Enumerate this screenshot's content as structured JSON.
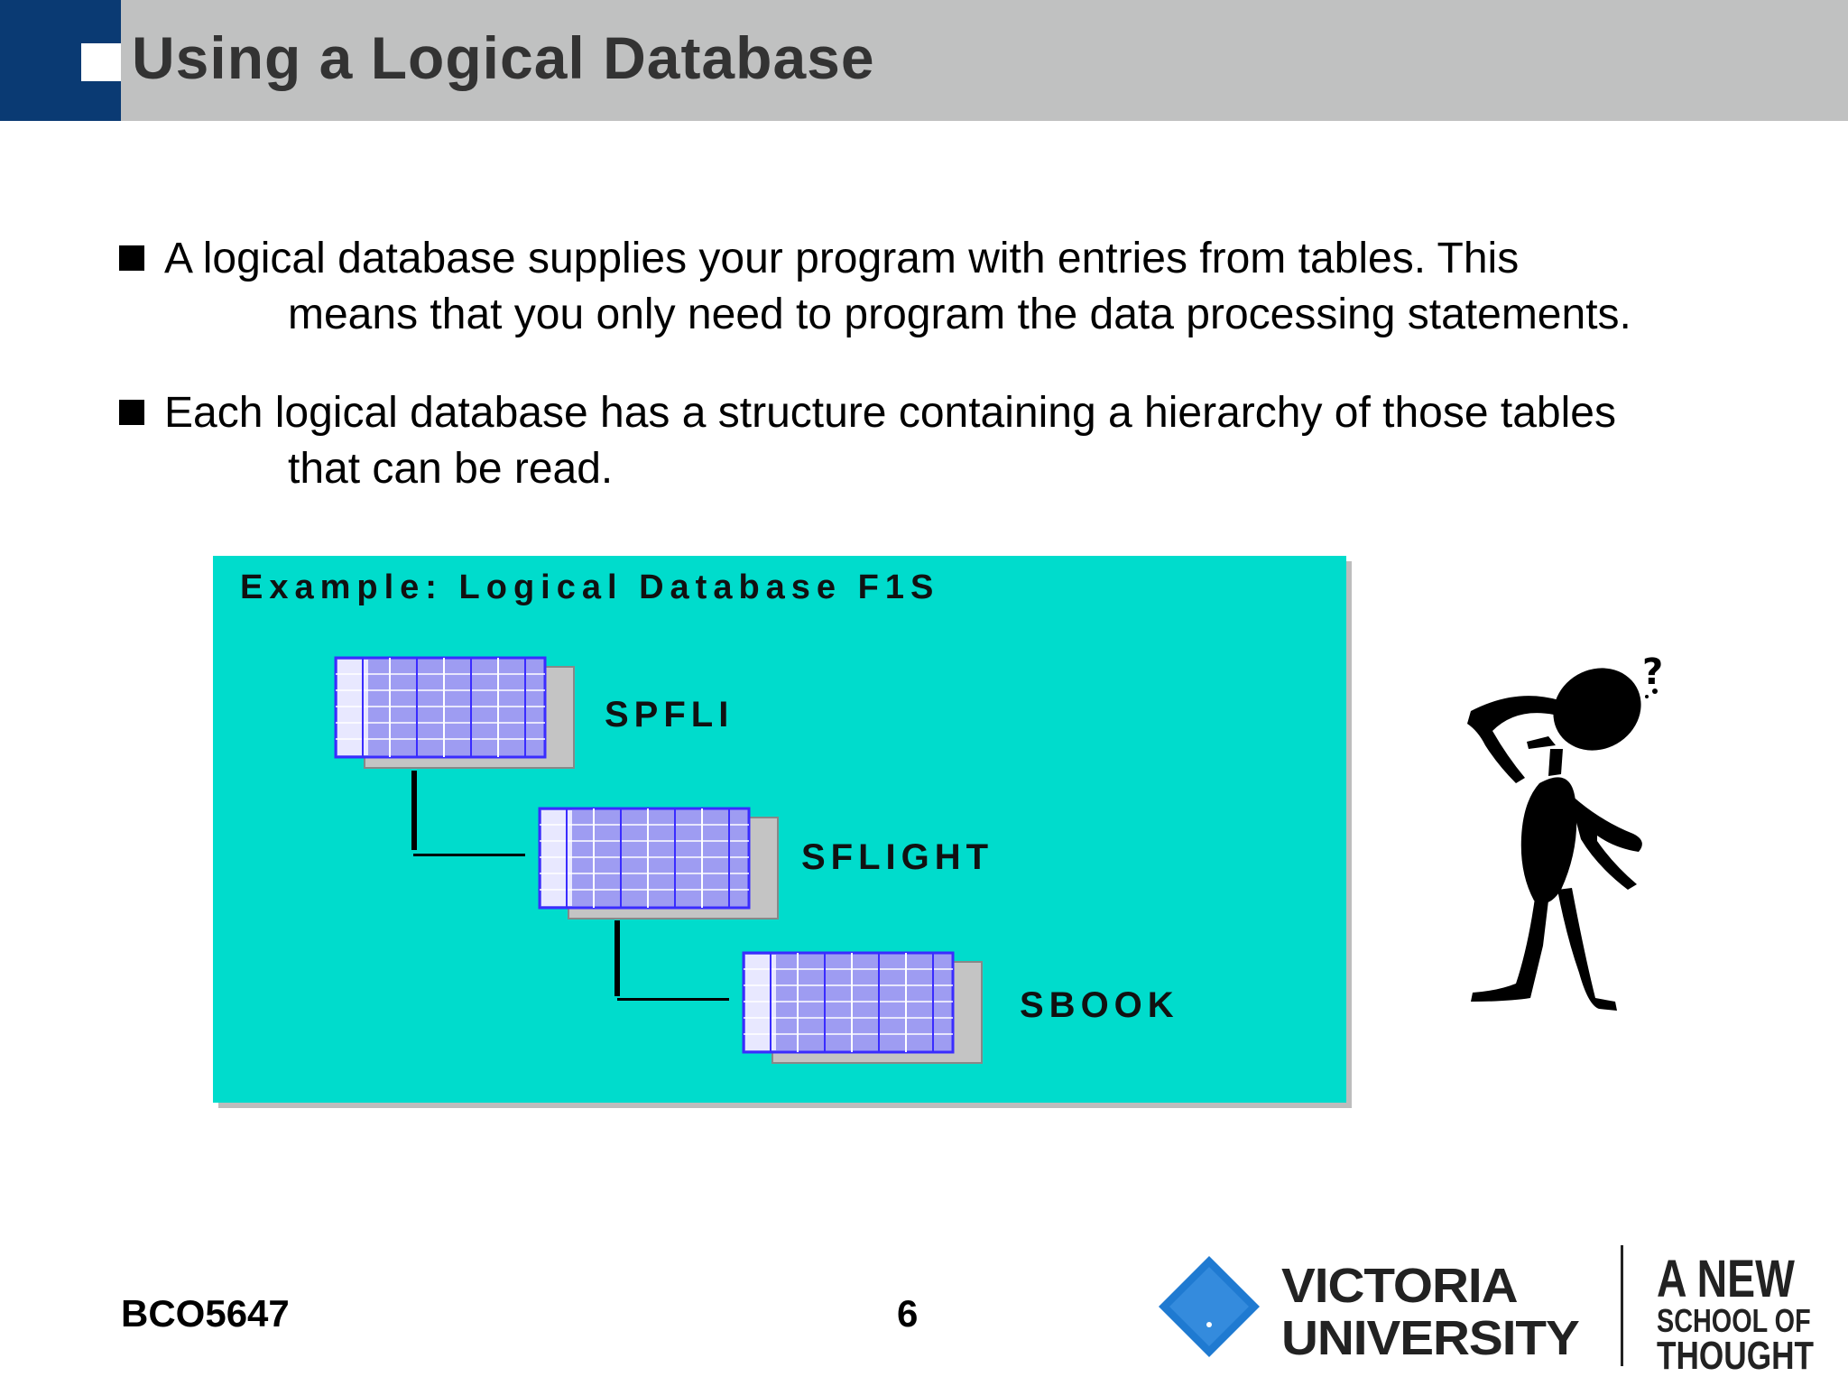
{
  "slide": {
    "title": "Using a Logical Database",
    "bullets": [
      {
        "line1": "A logical database supplies your program with entries from tables. This",
        "line2": "means that you only need to program the data processing statements."
      },
      {
        "line1": "Each logical database has a structure containing a hierarchy of those tables",
        "line2": "that can be read."
      }
    ]
  },
  "diagram": {
    "title": "Example: Logical Database F1S",
    "tables": [
      "SPFLI",
      "SFLIGHT",
      "SBOOK"
    ]
  },
  "footer": {
    "course_code": "BCO5647",
    "page_number": "6",
    "university_line1": "VICTORIA",
    "university_line2": "UNIVERSITY",
    "slogan_line1": "A NEW",
    "slogan_line2": "SCHOOL OF",
    "slogan_line3": "THOUGHT"
  },
  "colors": {
    "header_bar": "#c0c1c1",
    "header_block": "#0a3a73",
    "diagram_bg": "#00dccc",
    "table_blue": "#3a2cff",
    "logo_blue": "#1f7ad1"
  }
}
